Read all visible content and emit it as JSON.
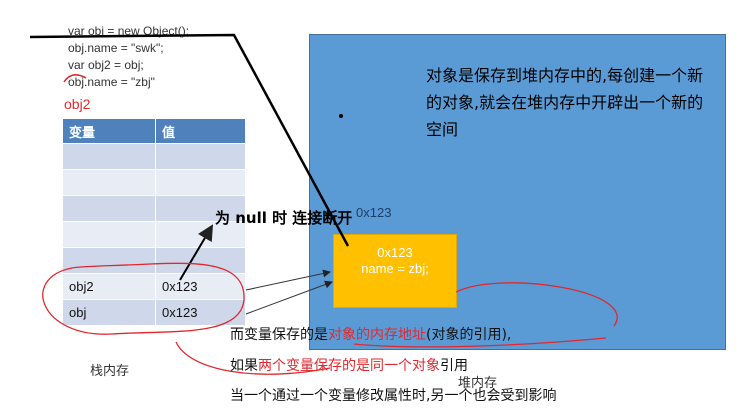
{
  "code": {
    "lines": [
      "var obj = new Object();",
      "obj.name = \"swk\";",
      "var obj2 = obj;",
      "obj.name = \"zbj\""
    ],
    "annotation": "obj2"
  },
  "stack_table": {
    "headers": [
      "变量",
      "值"
    ],
    "rows": [
      [
        "",
        ""
      ],
      [
        "",
        ""
      ],
      [
        "",
        ""
      ],
      [
        "",
        ""
      ],
      [
        "",
        ""
      ],
      [
        "obj2",
        "0x123"
      ],
      [
        "obj",
        "0x123"
      ]
    ],
    "caption": "栈内存"
  },
  "heap": {
    "note": "对象是保存到堆内存中的,每创建一个新的对象,就会在堆内存中开辟出一个新的空间",
    "address_label": "0x123",
    "object": {
      "address": "0x123",
      "property": "name = zbj;"
    },
    "caption": "堆内存"
  },
  "null_note": "为 null 时 连接断开",
  "explanation": {
    "line1_pre": "而变量保存的是",
    "line1_red": "对象的内存地址",
    "line1_post": "(对象的引用),",
    "line2_pre": "如果",
    "line2_red": "两个变量保存的是同一个对象",
    "line2_post": "引用",
    "line3": "当一个通过一个变量修改属性时,另一个也会受到影响"
  },
  "colors": {
    "heap": "#5b9bd5",
    "object": "#ffc000",
    "table_header": "#4f81bd",
    "annotation_red": "#e0282e"
  }
}
